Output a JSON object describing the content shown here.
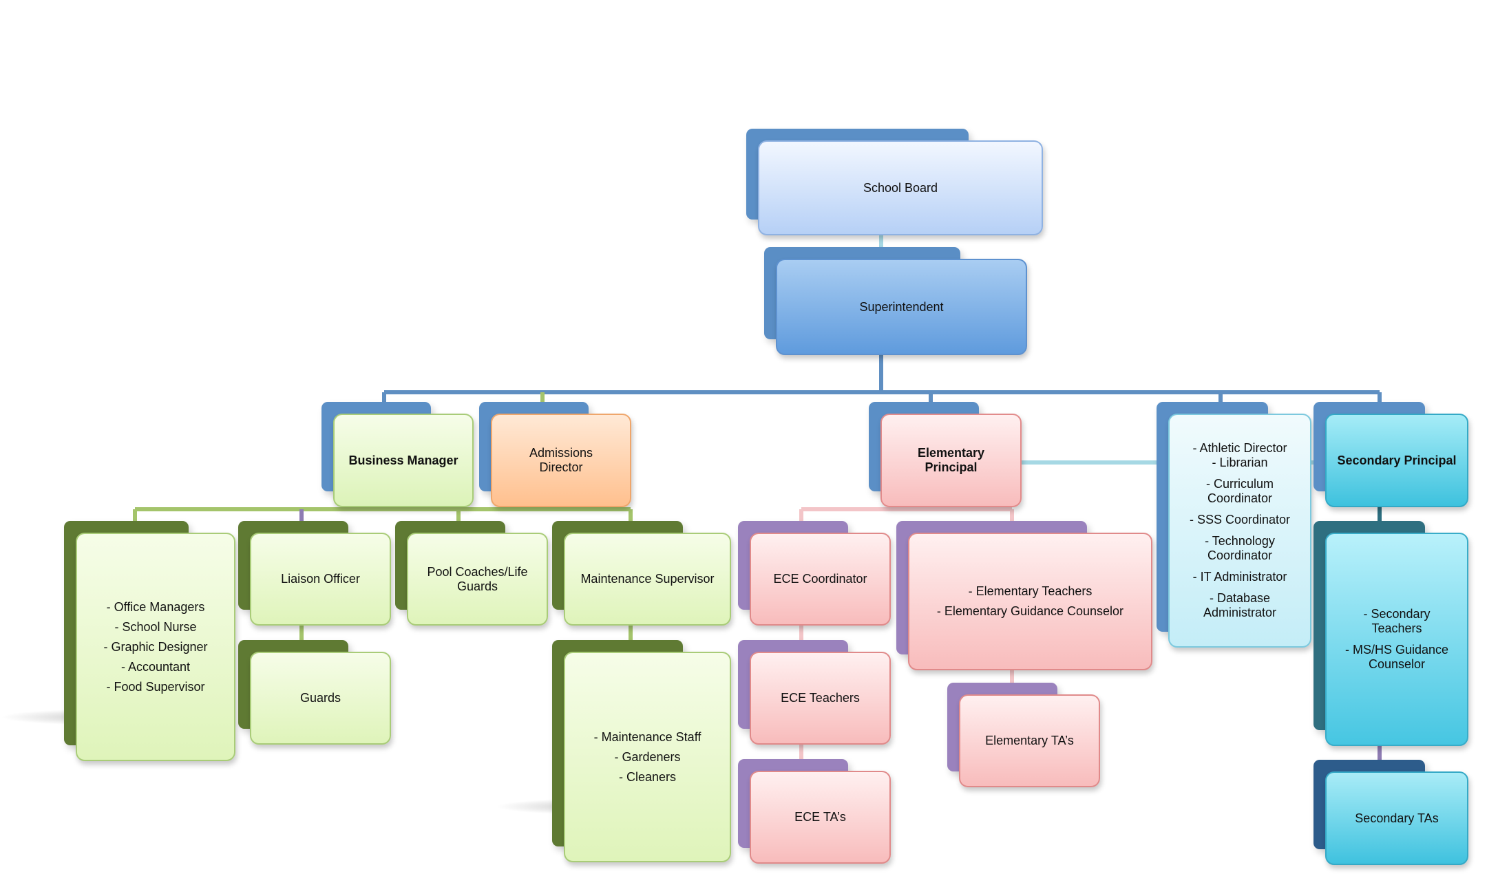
{
  "colors": {
    "connector_main": "#5f8fc2",
    "connector_green": "#a4c46b",
    "connector_pink": "#f3c5c8",
    "connector_cyan": "#a6d8e4",
    "connector_teal": "#2d6f80",
    "connector_purple": "#8e7cb3"
  },
  "org": {
    "school_board": {
      "lines": [
        "School Board"
      ]
    },
    "superintendent": {
      "lines": [
        "Superintendent"
      ]
    },
    "business_manager": {
      "lines": [
        "Business Manager"
      ]
    },
    "admissions_director": {
      "lines": [
        "Admissions",
        "Director"
      ]
    },
    "elementary_principal": {
      "lines": [
        "Elementary",
        "Principal"
      ]
    },
    "support_staff": {
      "lines": [
        "- Athletic Director",
        "- Librarian",
        "- Curriculum",
        "Coordinator",
        "- SSS Coordinator",
        "- Technology",
        "Coordinator",
        "- IT Administrator",
        "- Database",
        "Administrator"
      ]
    },
    "secondary_principal": {
      "lines": [
        "Secondary Principal"
      ]
    },
    "office_staff": {
      "lines": [
        "- Office Managers",
        "- School Nurse",
        "- Graphic Designer",
        "- Accountant",
        "- Food Supervisor"
      ]
    },
    "liaison_officer": {
      "lines": [
        "Liaison Officer"
      ]
    },
    "guards": {
      "lines": [
        "Guards"
      ]
    },
    "pool_coaches": {
      "lines": [
        "Pool Coaches/Life",
        "Guards"
      ]
    },
    "maintenance_supervisor": {
      "lines": [
        "Maintenance Supervisor"
      ]
    },
    "maintenance_staff": {
      "lines": [
        "- Maintenance Staff",
        "- Gardeners",
        "- Cleaners"
      ]
    },
    "ece_coordinator": {
      "lines": [
        "ECE Coordinator"
      ]
    },
    "ece_teachers": {
      "lines": [
        "ECE Teachers"
      ]
    },
    "ece_tas": {
      "lines": [
        "ECE TA’s"
      ]
    },
    "elementary_teachers": {
      "lines": [
        "- Elementary Teachers",
        "- Elementary Guidance Counselor"
      ]
    },
    "elementary_tas": {
      "lines": [
        "Elementary TA’s"
      ]
    },
    "secondary_teachers": {
      "lines": [
        "- Secondary",
        "Teachers",
        "- MS/HS Guidance",
        "Counselor"
      ]
    },
    "secondary_tas": {
      "lines": [
        "Secondary TAs"
      ]
    }
  }
}
